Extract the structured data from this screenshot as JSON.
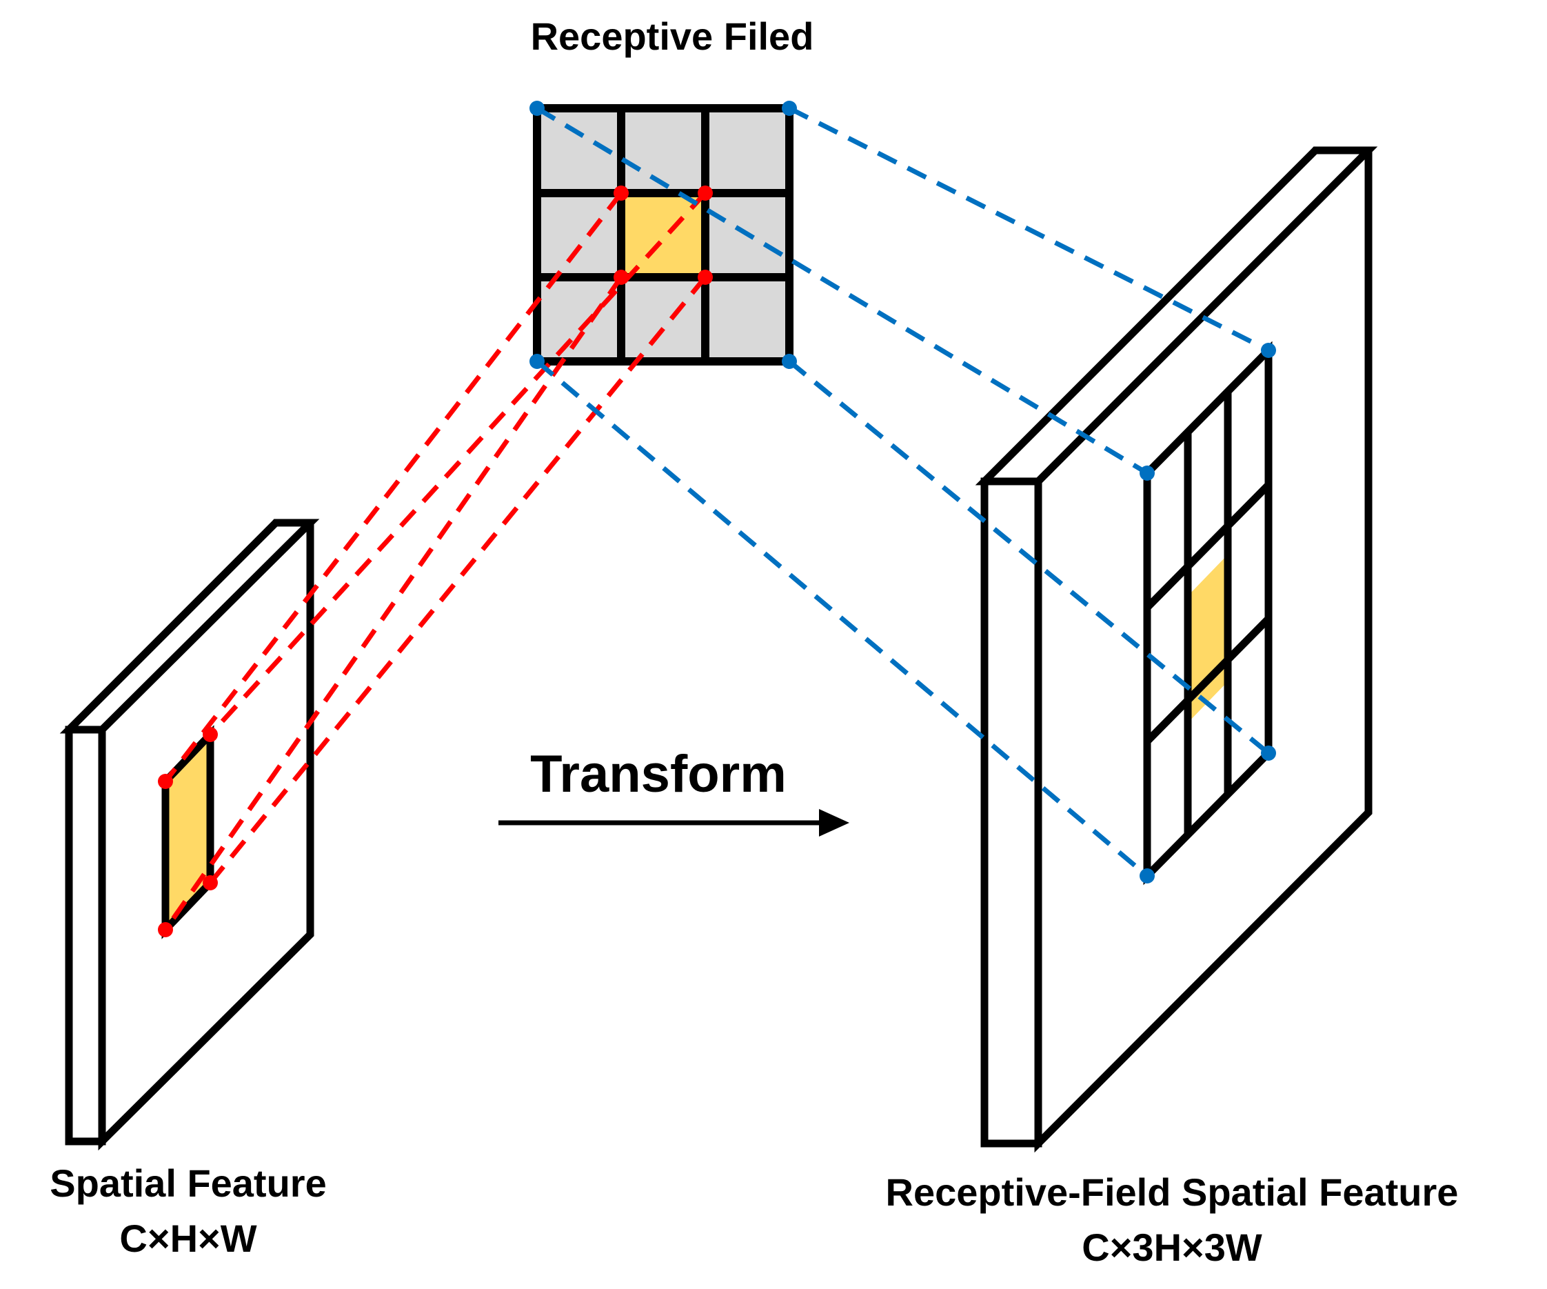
{
  "labels": {
    "receptive_field_title": "Receptive Filed",
    "transform": "Transform",
    "spatial_feature_title": "Spatial Feature",
    "spatial_feature_dims": "C×H×W",
    "rf_spatial_feature_title": "Receptive-Field Spatial Feature",
    "rf_spatial_feature_dims": "C×3H×3W"
  },
  "colors": {
    "outline": "#000000",
    "cell_gray": "#d9d9d9",
    "highlight": "#ffd966",
    "red_links": "#ff0000",
    "blue_links": "#0070c0"
  },
  "grid": {
    "rows": 3,
    "cols": 3
  }
}
